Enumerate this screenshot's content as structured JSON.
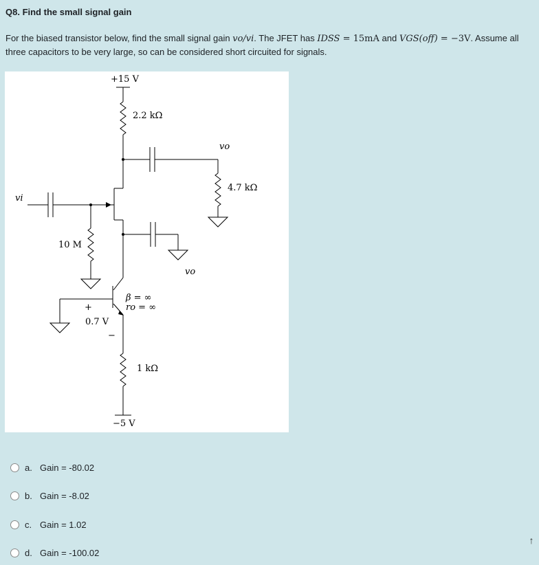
{
  "question": {
    "title": "Q8. Find the small signal gain",
    "text_pre": "For the biased transistor below, find the small signal gain ",
    "gain_expr": "vo/vi",
    "text_mid": ". The JFET has ",
    "idss_sym": "IDSS",
    "idss_val": " = 15mA",
    "text_and": " and ",
    "vgs_sym": "VGS(off)",
    "vgs_val": " = −3V",
    "text_post": ". Assume all three capacitors to be very large, so can be considered short circuited for signals."
  },
  "diagram": {
    "supply_top": "+15 V",
    "supply_bottom": "−5 V",
    "r_drain": "2.2 kΩ",
    "r_load": "4.7 kΩ",
    "r_gate": "10 M",
    "r_emitter": "1 kΩ",
    "vbe_plus": "+",
    "vbe": "0.7 V",
    "vbe_minus": "−",
    "beta": "β = ∞",
    "ro": "ro = ∞",
    "vi": "vi",
    "vo_top": "vo",
    "vo_mid": "vo"
  },
  "options": [
    {
      "letter": "a.",
      "text": "Gain = -80.02"
    },
    {
      "letter": "b.",
      "text": "Gain = -8.02"
    },
    {
      "letter": "c.",
      "text": "Gain = 1.02"
    },
    {
      "letter": "d.",
      "text": "Gain = -100.02"
    }
  ],
  "icons": {
    "scroll": "up-arrow-icon"
  }
}
